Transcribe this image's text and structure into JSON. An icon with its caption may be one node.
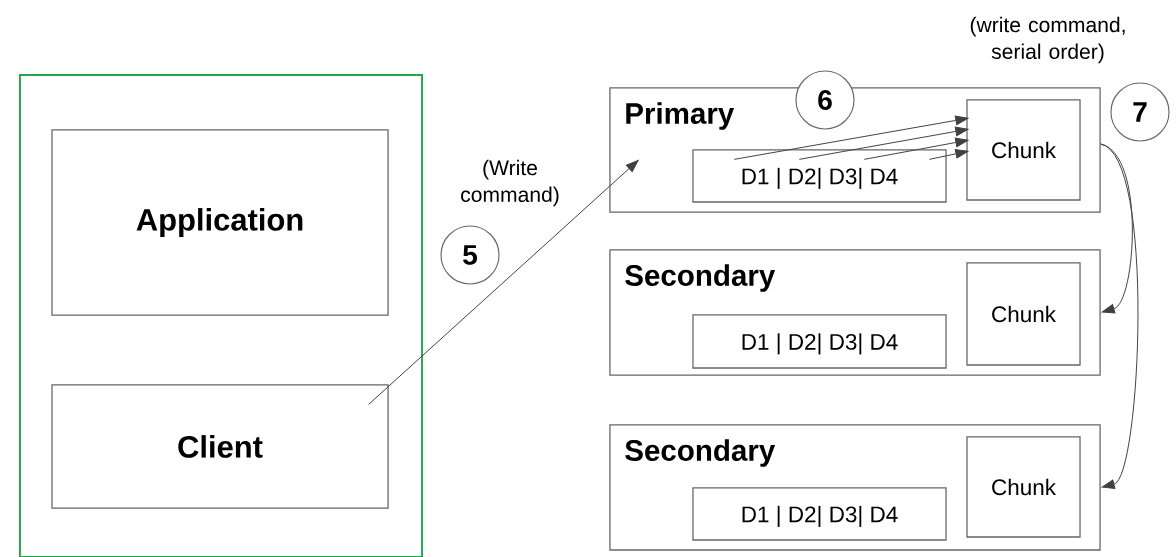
{
  "diagram": {
    "nodes": [
      {
        "text": [],
        "shape": "box"
      },
      {
        "text": [
          "Application"
        ],
        "in": 0
      },
      {
        "text": [
          "Client"
        ],
        "in": 0
      },
      {
        "text": [
          "Primary"
        ]
      },
      {
        "text": [
          "D1 | D2| D3| D4"
        ],
        "in": 3
      },
      {
        "text": [
          "Chunk"
        ],
        "in": 3
      },
      {
        "text": [
          "Secondary"
        ]
      },
      {
        "text": [
          "D1 | D2| D3| D4"
        ],
        "in": 6
      },
      {
        "text": [
          "Chunk"
        ],
        "in": 6
      },
      {
        "text": [
          "Secondary"
        ]
      },
      {
        "text": [
          "D1 | D2| D3| D4"
        ],
        "in": 9
      },
      {
        "text": [
          "Chunk"
        ],
        "in": 9
      }
    ],
    "edges": [
      {
        "from": 2,
        "to": 3,
        "arrow": "to"
      },
      {
        "from": 4,
        "to": 5,
        "arrow": "to"
      },
      {
        "from": 4,
        "to": 5,
        "arrow": "to"
      },
      {
        "from": 4,
        "to": 5,
        "arrow": "to"
      },
      {
        "from": 4,
        "to": 5,
        "arrow": "to"
      },
      {
        "from": 3,
        "to": 6,
        "arrow": "to"
      },
      {
        "from": 3,
        "to": 9,
        "arrow": "to"
      }
    ],
    "labels": [
      "(write command, serial order)",
      "6",
      "7",
      "(Write command)",
      "5"
    ]
  }
}
